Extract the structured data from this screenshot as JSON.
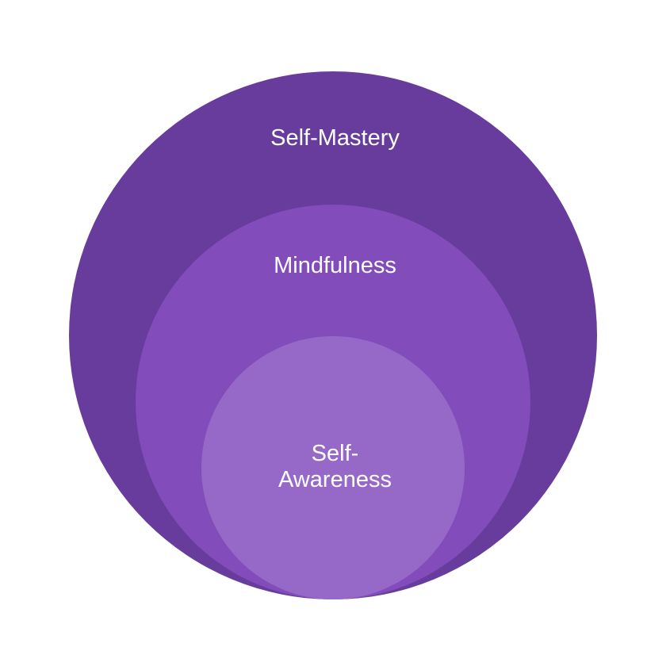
{
  "diagram": {
    "type": "nested-circles",
    "layers": [
      {
        "label": "Self-Mastery",
        "color": "#673c9c"
      },
      {
        "label": "Mindfulness",
        "color": "#824cbb"
      },
      {
        "label": "Self-\nAwareness",
        "color": "#9669c8"
      }
    ],
    "text_color": "#ffffff"
  }
}
